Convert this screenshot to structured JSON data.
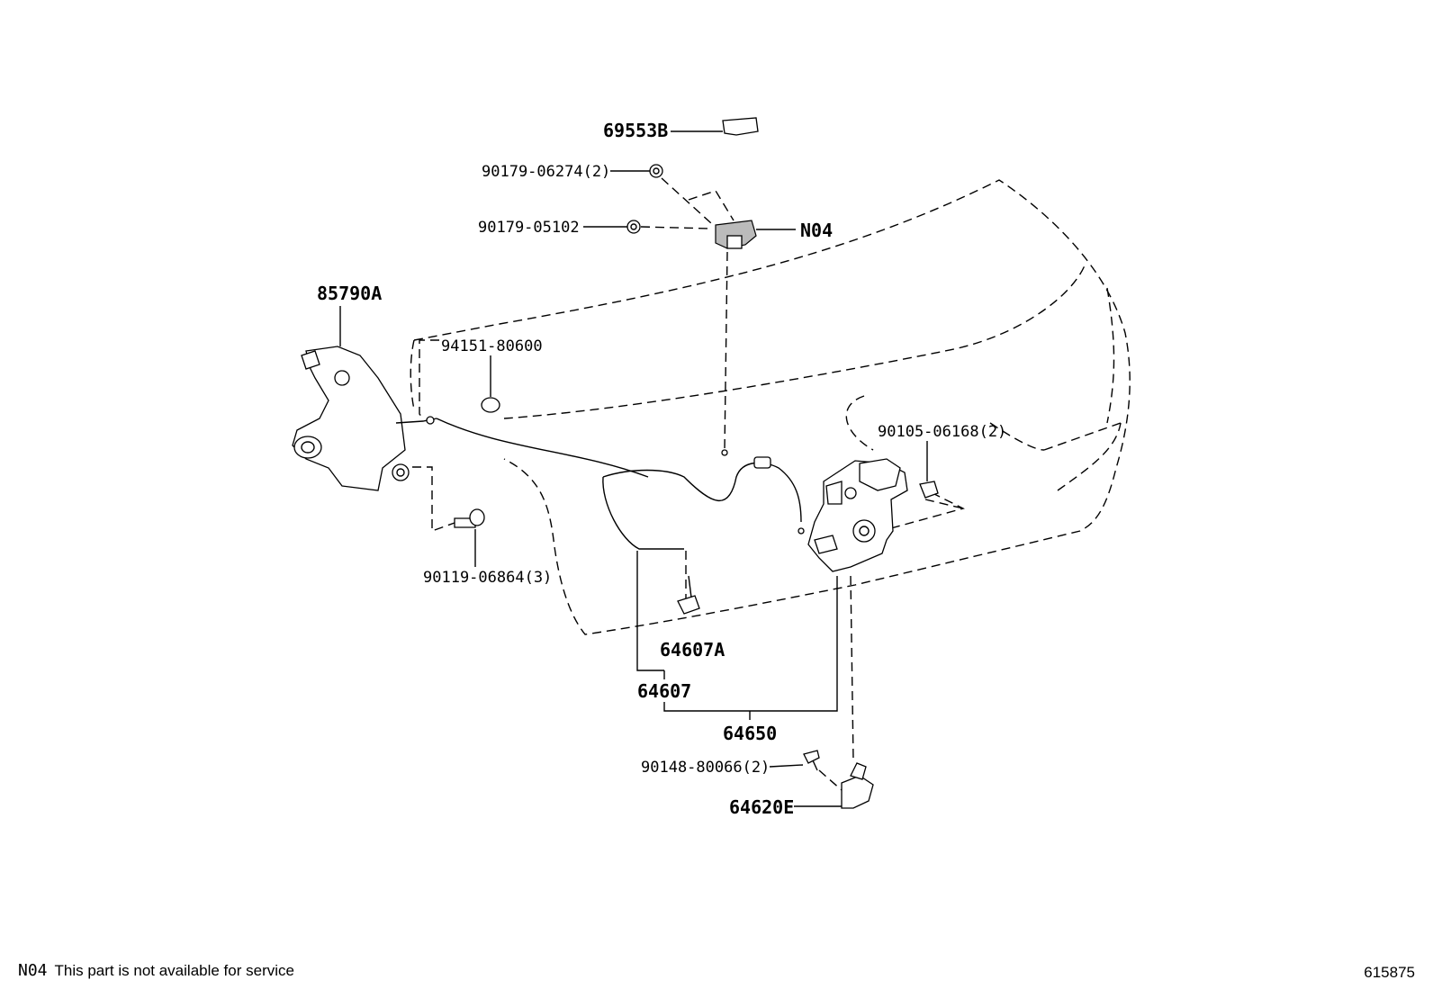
{
  "labels": {
    "p69553B": "69553B",
    "p90179_06274": "90179-06274(2)",
    "p90179_05102": "90179-05102",
    "pN04": "N04",
    "p85790A": "85790A",
    "p94151_80600": "94151-80600",
    "p90105_06168": "90105-06168(2)",
    "p90119_06864": "90119-06864(3)",
    "p64607A": "64607A",
    "p64607": "64607",
    "p64650": "64650",
    "p90148_80066": "90148-80066(2)",
    "p64620E": "64620E"
  },
  "footnote": {
    "code": "N04",
    "text": "This part is not available for service"
  },
  "reference_number": "615875"
}
